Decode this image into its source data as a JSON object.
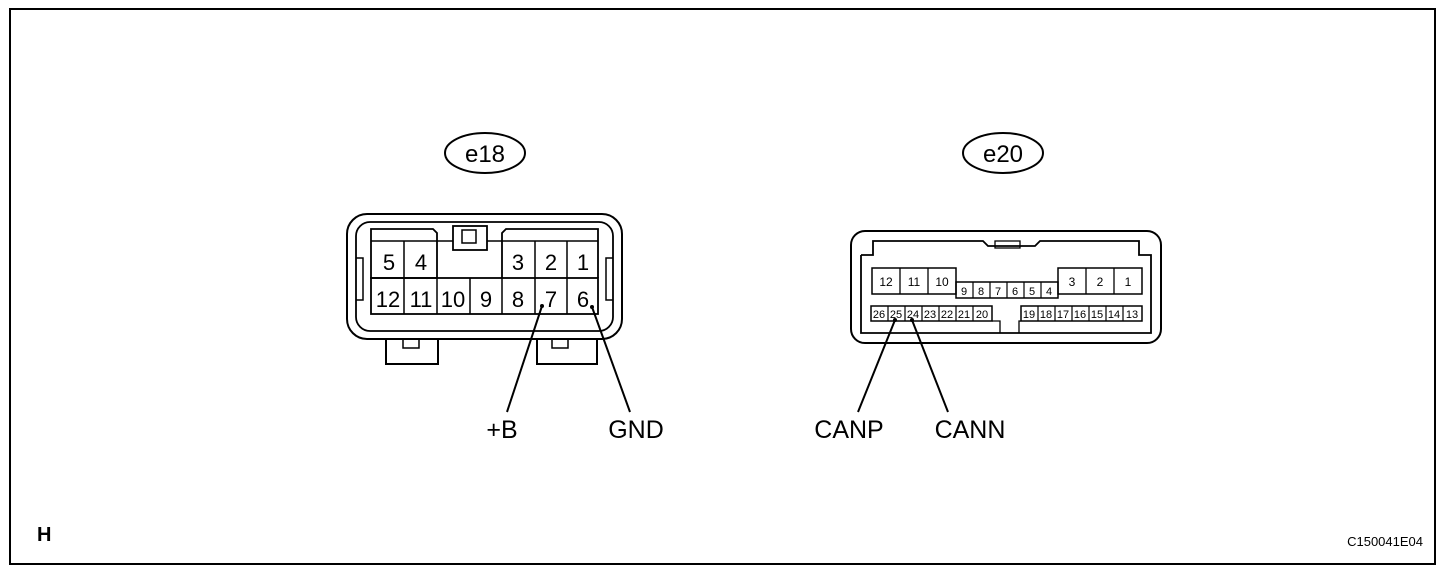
{
  "page": {
    "corner_letter": "H",
    "figure_code": "C150041E04"
  },
  "connectors": [
    {
      "id": "e18",
      "pins_top": [
        "5",
        "4",
        "3",
        "2",
        "1"
      ],
      "pins_bottom": [
        "12",
        "11",
        "10",
        "9",
        "8",
        "7",
        "6"
      ],
      "signals": [
        {
          "label": "+B",
          "pin": "7"
        },
        {
          "label": "GND",
          "pin": "6"
        }
      ]
    },
    {
      "id": "e20",
      "pins_top_left": [
        "12",
        "11",
        "10"
      ],
      "pins_top_mid": [
        "9",
        "8",
        "7",
        "6",
        "5",
        "4"
      ],
      "pins_top_right": [
        "3",
        "2",
        "1"
      ],
      "pins_bottom_left": [
        "26",
        "25",
        "24",
        "23",
        "22",
        "21",
        "20"
      ],
      "pins_bottom_right": [
        "19",
        "18",
        "17",
        "16",
        "15",
        "14",
        "13"
      ],
      "signals": [
        {
          "label": "CANP",
          "pin": "25"
        },
        {
          "label": "CANN",
          "pin": "24"
        }
      ]
    }
  ]
}
